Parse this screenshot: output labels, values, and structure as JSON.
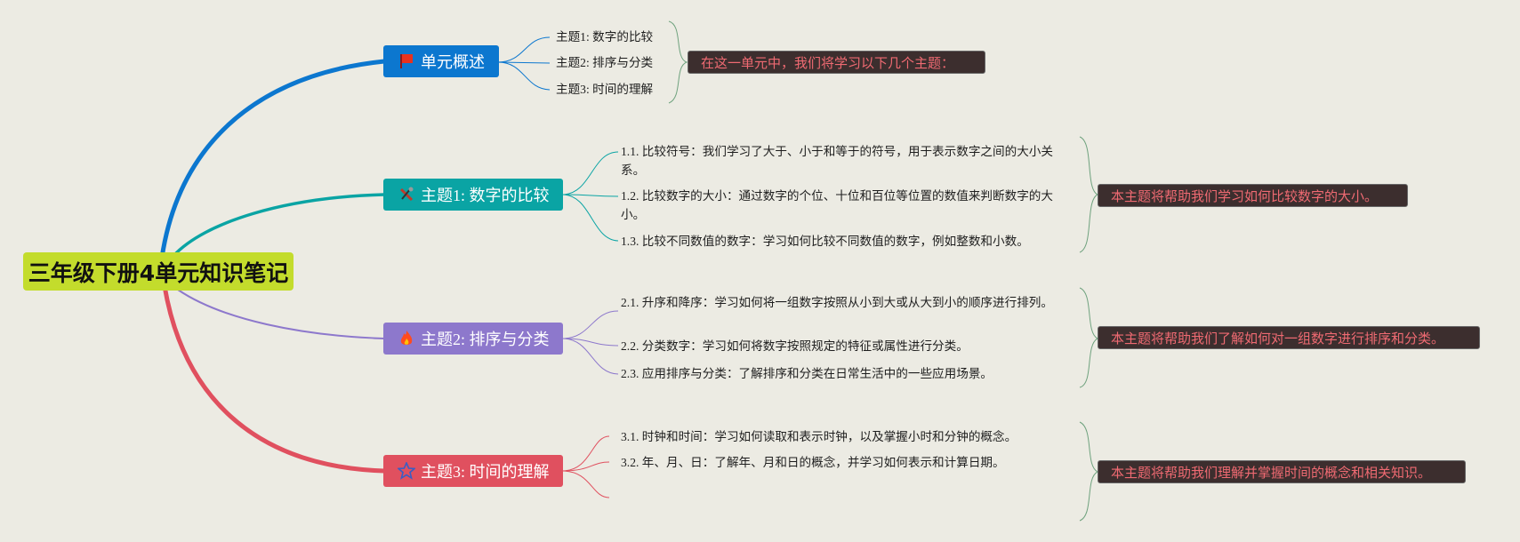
{
  "root": {
    "title": "三年级下册4单元知识笔记"
  },
  "branches": [
    {
      "label": "单元概述",
      "color": "#0c77cf",
      "icon": "red-flag-icon",
      "items": [
        "主题1: 数字的比较",
        "主题2: 排序与分类",
        "主题3: 时间的理解"
      ],
      "note": "在这一单元中，我们将学习以下几个主题："
    },
    {
      "label": "主题1: 数字的比较",
      "color": "#0aa4a4",
      "icon": "tools-icon",
      "items": [
        "1.1. 比较符号：我们学习了大于、小于和等于的符号，用于表示数字之间的大小关系。",
        "1.2. 比较数字的大小：通过数字的个位、十位和百位等位置的数值来判断数字的大小。",
        "1.3. 比较不同数值的数字：学习如何比较不同数值的数字，例如整数和小数。"
      ],
      "note": "本主题将帮助我们学习如何比较数字的大小。"
    },
    {
      "label": "主题2: 排序与分类",
      "color": "#8d78cc",
      "icon": "fire-icon",
      "items": [
        "2.1. 升序和降序：学习如何将一组数字按照从小到大或从大到小的顺序进行排列。",
        "2.2. 分类数字：学习如何将数字按照规定的特征或属性进行分类。",
        "2.3. 应用排序与分类：了解排序和分类在日常生活中的一些应用场景。"
      ],
      "note": "本主题将帮助我们了解如何对一组数字进行排序和分类。"
    },
    {
      "label": "主题3: 时间的理解",
      "color": "#e0505f",
      "icon": "star-icon",
      "items": [
        "3.1. 时钟和时间：学习如何读取和表示时钟，以及掌握小时和分钟的概念。",
        "3.2. 年、月、日：了解年、月和日的概念，并学习如何表示和计算日期。"
      ],
      "note": "本主题将帮助我们理解并掌握时间的概念和相关知识。"
    }
  ]
}
